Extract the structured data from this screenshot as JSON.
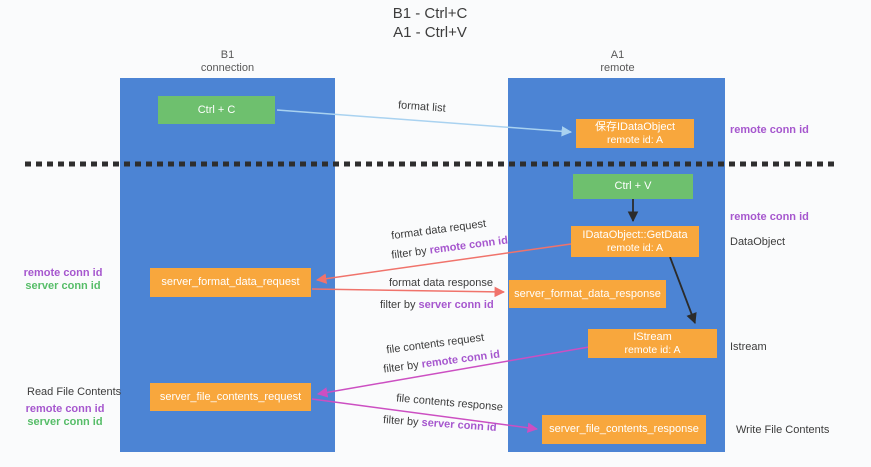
{
  "title": {
    "line1": "B1 - Ctrl+C",
    "line2": "A1 - Ctrl+V"
  },
  "columns": {
    "left": {
      "name": "B1",
      "role": "connection"
    },
    "right": {
      "name": "A1",
      "role": "remote"
    }
  },
  "boxes": {
    "ctrl_c": "Ctrl + C",
    "ctrl_v": "Ctrl + V",
    "save_dataobject": {
      "line1": "保存IDataObject",
      "line2": "remote id: A"
    },
    "getdata": {
      "line1": "IDataObject::GetData",
      "line2": "remote id: A"
    },
    "istream": {
      "line1": "IStream",
      "line2": "remote id: A"
    },
    "format_request": "server_format_data_request",
    "format_response": "server_format_data_response",
    "file_request": "server_file_contents_request",
    "file_response": "server_file_contents_response"
  },
  "arrow_labels": {
    "format_list": "format list",
    "format_data_request": "format data request",
    "format_data_response": "format data response",
    "file_contents_request": "file contents request",
    "file_contents_response": "file contents response",
    "filter_by": "filter by ",
    "remote_conn_id": "remote conn id",
    "server_conn_id": "server conn id"
  },
  "side_labels": {
    "remote_conn_id_top": "remote conn id",
    "remote_conn_id_mid": "remote conn id",
    "dataobject": "DataObject",
    "istream": "Istream",
    "write_file_contents": "Write File Contents",
    "read_file_contents": "Read File Contents",
    "left_remote_conn_id": "remote conn id",
    "left_server_conn_id": "server conn id"
  },
  "colors": {
    "lane_blue": "#4c84d4",
    "box_orange": "#f8a73d",
    "box_green": "#6ec06e",
    "purple_label": "#a657ce",
    "green_label": "#56bd68",
    "arrow_lightblue": "#a9d2f0",
    "arrow_salmon": "#f0736b",
    "arrow_magenta": "#cc4fc2",
    "arrow_black": "#2b2b2b",
    "dashed_line": "#2e2e2e"
  }
}
